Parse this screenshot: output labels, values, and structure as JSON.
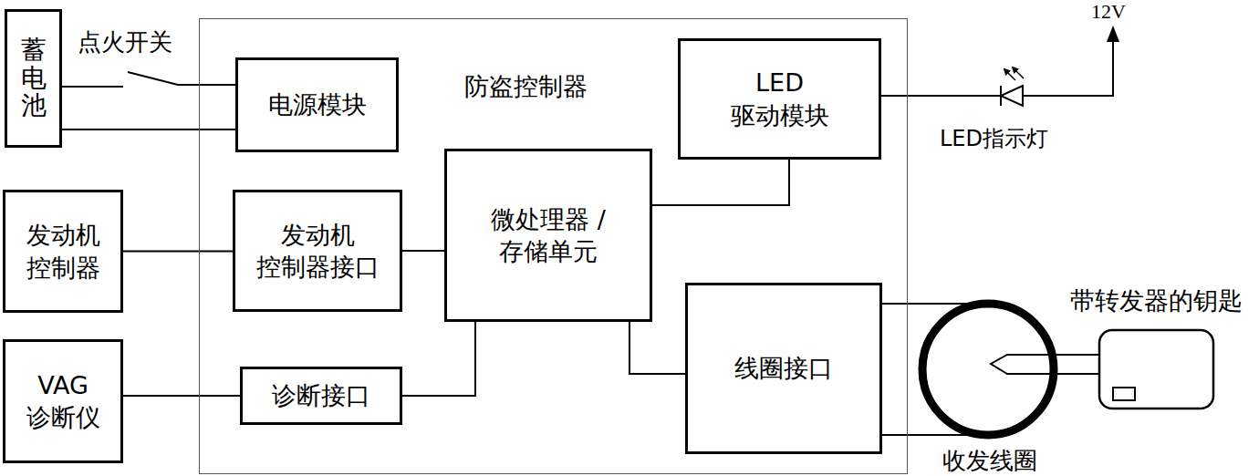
{
  "diagram": {
    "nodes": [
      {
        "text": [
          "蓄电池"
        ]
      },
      {
        "text": [
          "防盗控制器"
        ]
      },
      {
        "text": [
          "电源模块"
        ],
        "in": 1
      },
      {
        "text": [
          "LED 驱动模块"
        ],
        "in": 1
      },
      {
        "text": [
          "发动机 控制器"
        ]
      },
      {
        "text": [
          "发动机 控制器接口"
        ],
        "in": 1
      },
      {
        "text": [
          "微处理器 / 存储单元"
        ],
        "in": 1
      },
      {
        "text": [
          "VAG 诊断仪"
        ]
      },
      {
        "text": [
          "诊断接口"
        ],
        "in": 1
      },
      {
        "text": [
          "线圈接口"
        ],
        "in": 1
      },
      {
        "text": [
          "带转发器的钥匙"
        ]
      },
      {
        "text": [
          "收发线圈"
        ]
      }
    ],
    "edges": [
      {
        "from": 0,
        "to": 2,
        "arrow": "none"
      },
      {
        "from": 0,
        "to": 2,
        "arrow": "none"
      },
      {
        "from": 4,
        "to": 5,
        "arrow": "none"
      },
      {
        "from": 5,
        "to": 6,
        "arrow": "none"
      },
      {
        "from": 7,
        "to": 8,
        "arrow": "none"
      },
      {
        "from": 8,
        "to": 6,
        "arrow": "none"
      },
      {
        "from": 6,
        "to": 3,
        "arrow": "none"
      },
      {
        "from": 6,
        "to": 9,
        "arrow": "none"
      },
      {
        "from": 9,
        "to": 11,
        "arrow": "none"
      },
      {
        "from": 9,
        "to": 11,
        "arrow": "none"
      }
    ],
    "labels": [
      "点火开关",
      "12V",
      "LED指示灯"
    ]
  }
}
